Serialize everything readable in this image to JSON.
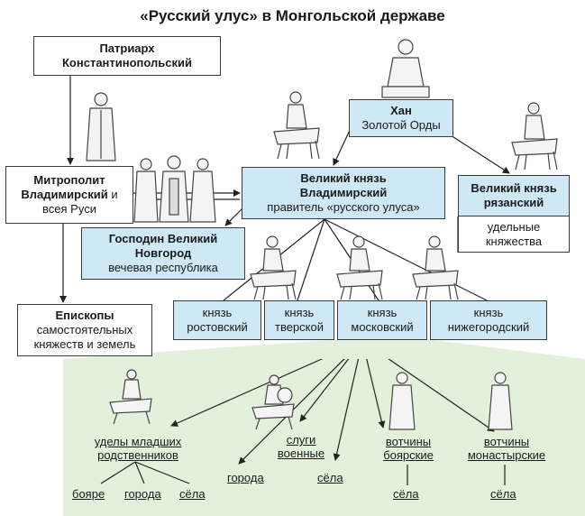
{
  "title": "«Русский улус» в Монгольской державе",
  "patriarch": {
    "l1": "Патриарх",
    "l2": "Константинопольский"
  },
  "khan": {
    "l1": "Хан",
    "l2": "Золотой Орды"
  },
  "metropolitan": {
    "l1": "Митрополит",
    "l2a": "Владимирский",
    "l2b": " и",
    "l3": "всея Руси"
  },
  "grand_prince_vladimir": {
    "l1": "Великий князь",
    "l2": "Владимирский",
    "l3": "правитель «русского улуса»"
  },
  "grand_prince_ryazan": {
    "l1": "Великий князь",
    "l2": "рязанский"
  },
  "udel": {
    "l1": "удельные",
    "l2": "княжества"
  },
  "novgorod": {
    "l1": "Господин Великий",
    "l2": "Новгород",
    "l3": "вечевая республика"
  },
  "bishops": {
    "l1": "Епископы",
    "l2": "самостоятельных",
    "l3": "княжеств и земель"
  },
  "princes": [
    {
      "l1": "князь",
      "l2": "ростовский"
    },
    {
      "l1": "князь",
      "l2": "тверской"
    },
    {
      "l1": "князь",
      "l2": "московский"
    },
    {
      "l1": "князь",
      "l2": "нижегородский"
    }
  ],
  "bottom": {
    "udely": {
      "l1": "уделы младших",
      "l2": "родственников"
    },
    "boyare": "бояре",
    "goroda1": "города",
    "sela1": "сёла",
    "goroda2": "города",
    "slugi": {
      "l1": "слуги",
      "l2": "военные"
    },
    "sela2": "сёла",
    "votchiny_boyar": {
      "l1": "вотчины",
      "l2": "боярские"
    },
    "sela3": "сёла",
    "votchiny_monast": {
      "l1": "вотчины",
      "l2": "монастырские"
    },
    "sela4": "сёла"
  }
}
